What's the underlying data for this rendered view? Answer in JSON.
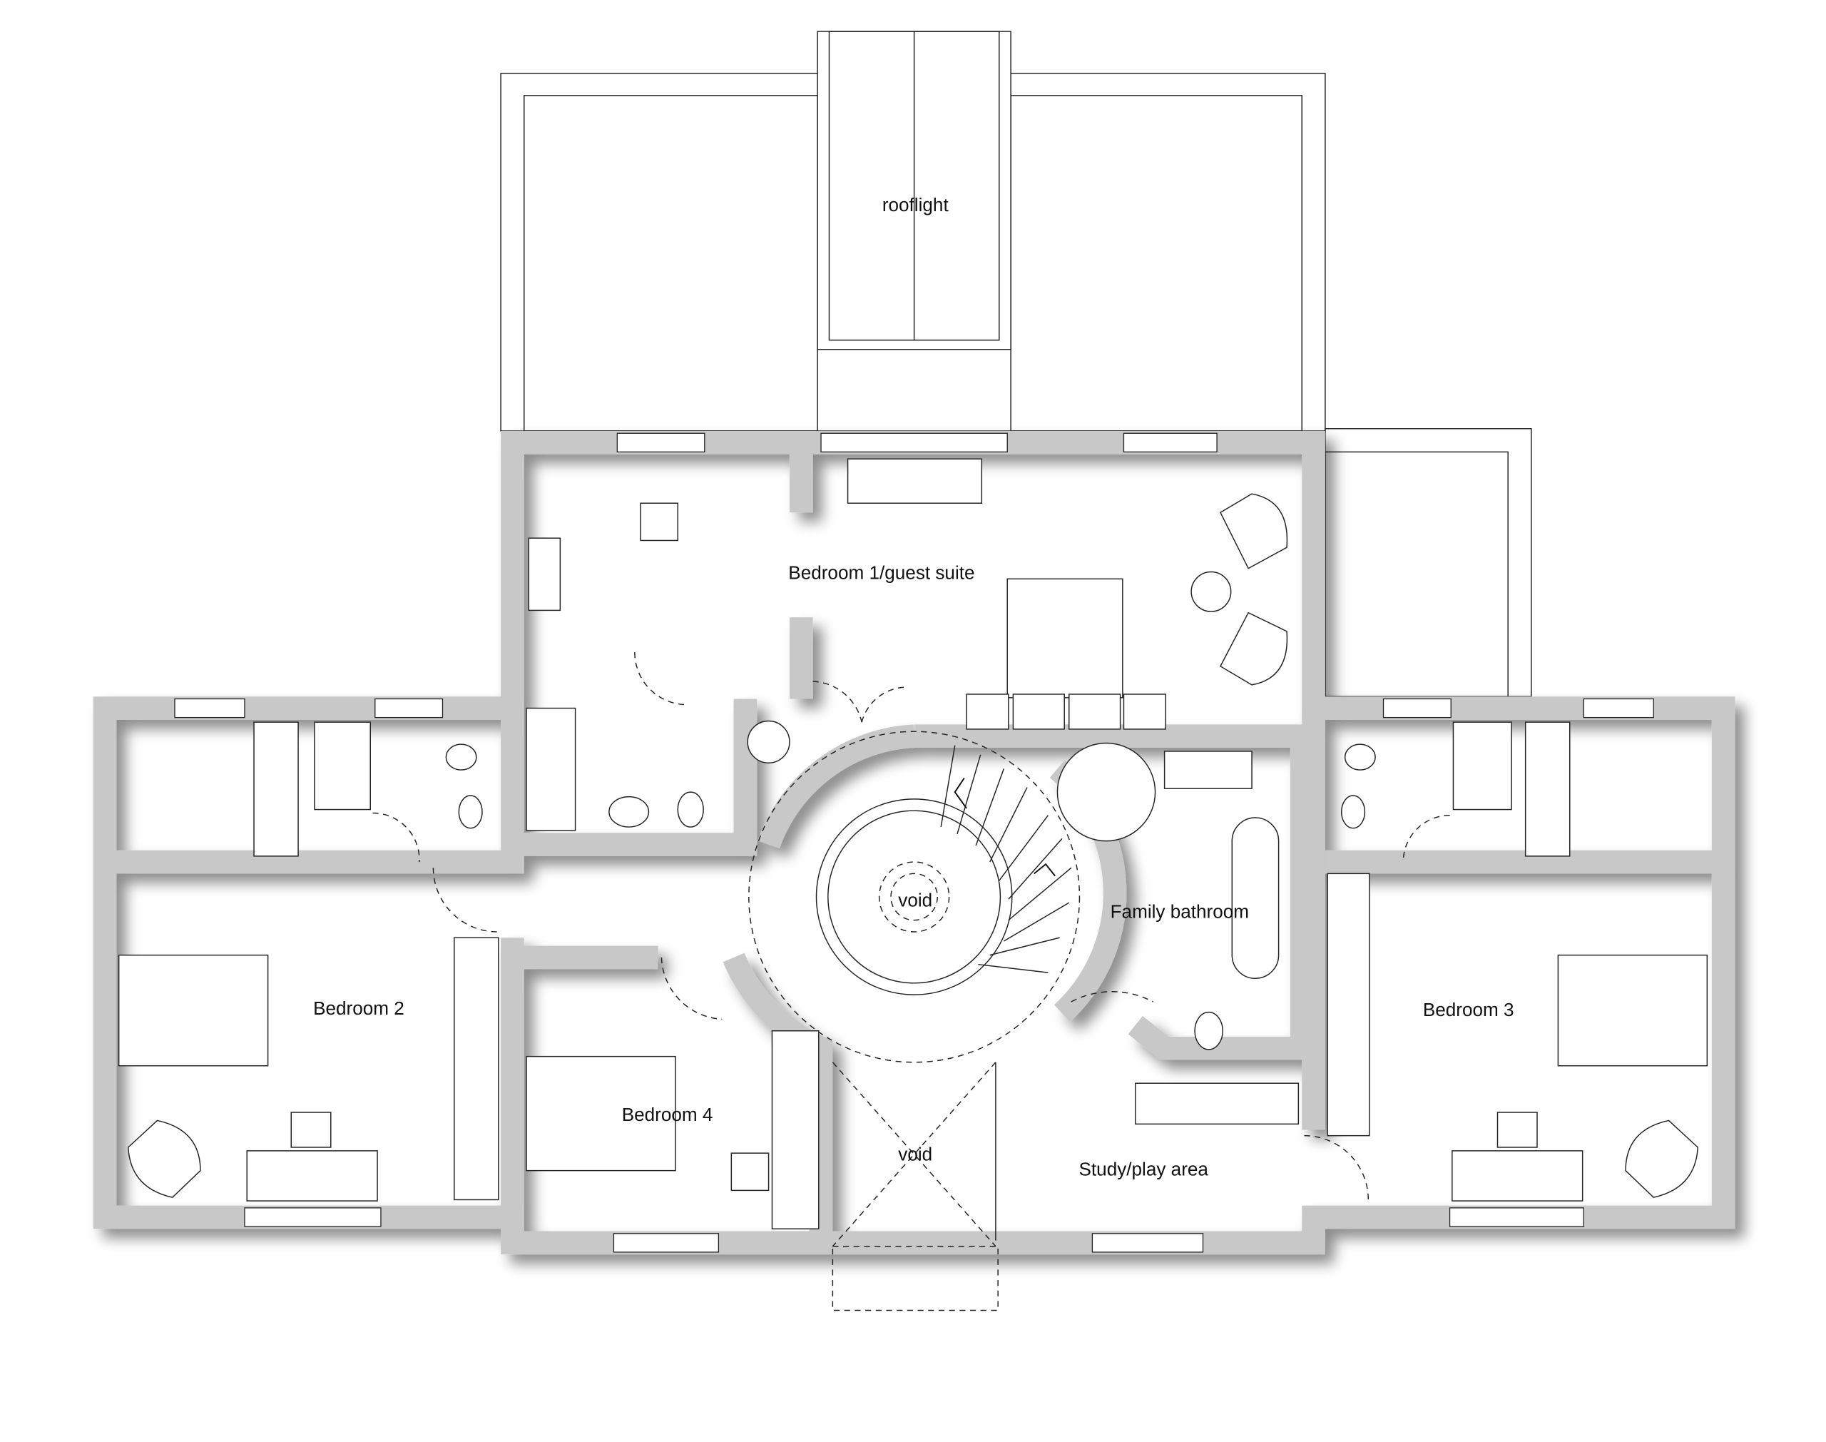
{
  "plan": {
    "labels": {
      "rooflight": "rooflight",
      "bedroom1": "Bedroom 1/guest suite",
      "bedroom2": "Bedroom 2",
      "bedroom3": "Bedroom 3",
      "bedroom4": "Bedroom 4",
      "family_bathroom": "Family bathroom",
      "void_stair": "void",
      "void_entrance": "void",
      "study": "Study/play area"
    },
    "colors": {
      "wall": "#c8c8c8",
      "line": "#222222"
    }
  }
}
